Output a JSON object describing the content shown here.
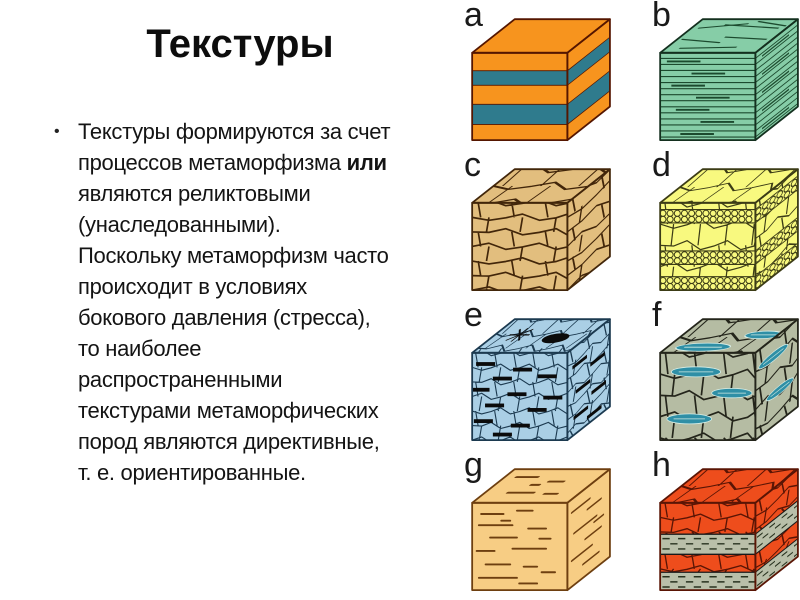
{
  "slide": {
    "title": "Текстуры",
    "bullet_char": "•",
    "body_lines": [
      {
        "text": "Текстуры формируются за счет"
      },
      {
        "text": "процессов метаморфизма ",
        "bold": "или"
      },
      {
        "text": "являются реликтовыми"
      },
      {
        "text": "(унаследованными)."
      },
      {
        "text": "Поскольку метаморфизм часто"
      },
      {
        "text": "происходит в условиях"
      },
      {
        "text": "бокового давления (стресса),"
      },
      {
        "text": "то наиболее"
      },
      {
        "text": "распространенными"
      },
      {
        "text": "текстурами метаморфических"
      },
      {
        "text": "пород являются директивные,"
      },
      {
        "text": "т. е. ориентированные."
      }
    ]
  },
  "figures": {
    "cubes": [
      {
        "label": "a",
        "texture": "banded-stripes",
        "colors": {
          "base": "#F7941E",
          "accent": "#2F7B8D",
          "line": "#551600"
        }
      },
      {
        "label": "b",
        "texture": "laminated",
        "colors": {
          "base": "#86CDA7",
          "accent": "#1C4A2E",
          "line": "#14301F"
        }
      },
      {
        "label": "c",
        "texture": "lenticular-cells",
        "colors": {
          "base": "#E2BE7E",
          "accent": "#42260A",
          "line": "#42260A"
        }
      },
      {
        "label": "d",
        "texture": "granular-banded",
        "colors": {
          "base": "#F8F97F",
          "accent": "#44441A",
          "line": "#3C3C16"
        }
      },
      {
        "label": "e",
        "texture": "oriented-minerals",
        "colors": {
          "base": "#AACFE5",
          "accent": "#0B0B0B",
          "line": "#1C3A50"
        }
      },
      {
        "label": "f",
        "texture": "augen-lenses",
        "colors": {
          "base": "#B5BCA3",
          "accent": "#2F8FA6",
          "line": "#24251B"
        }
      },
      {
        "label": "g",
        "texture": "streaky",
        "colors": {
          "base": "#F7CD84",
          "accent": "#6E3F10",
          "line": "#6E3F10"
        }
      },
      {
        "label": "h",
        "texture": "banded-granoblastic",
        "colors": {
          "base": "#EE4D1C",
          "accent": "#B9BFA9",
          "line": "#5A1505",
          "dash": "#28321F"
        }
      }
    ]
  }
}
